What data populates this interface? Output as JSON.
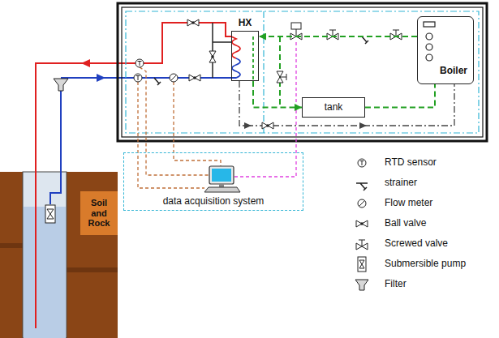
{
  "diagram": {
    "nodes": [
      {
        "text": [
          "HX"
        ]
      },
      {
        "text": [
          "Boiler"
        ]
      },
      {
        "text": [
          "tank"
        ]
      },
      {
        "text": [
          "Soil and Rock"
        ]
      },
      {
        "text": [
          "data acquisition system"
        ]
      }
    ],
    "edges": [
      {
        "from": 1,
        "to": 0,
        "arrow": "to"
      },
      {
        "from": 0,
        "to": 2,
        "arrow": "to"
      },
      {
        "from": 2,
        "to": 1,
        "arrow": "none"
      }
    ],
    "legend": [
      {
        "text": "RTD sensor"
      },
      {
        "text": "strainer"
      },
      {
        "text": "Flow meter"
      },
      {
        "text": "Ball valve"
      },
      {
        "text": "Screwed valve"
      },
      {
        "text": "Submersible pump"
      },
      {
        "text": "Filter"
      }
    ]
  }
}
